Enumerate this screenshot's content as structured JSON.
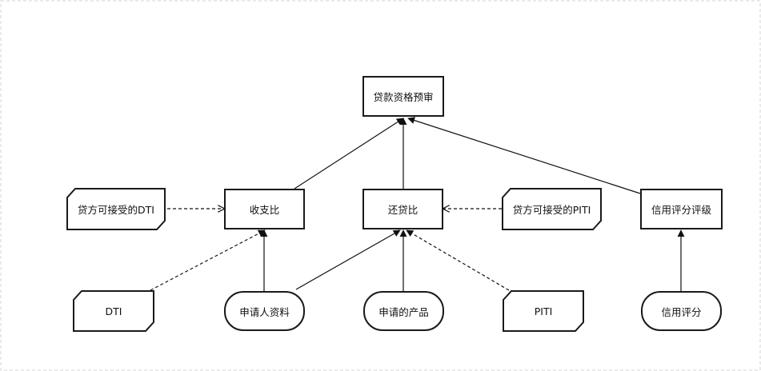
{
  "nodes": {
    "goal": "贷款资格预审",
    "income_ratio": "收支比",
    "repayment_ratio": "还贷比",
    "credit_rating": "信用评分评级",
    "lender_dti": "贷方可接受的DTI",
    "lender_piti": "贷方可接受的PITI",
    "dti": "DTI",
    "applicant_data": "申请人资料",
    "applied_product": "申请的产品",
    "piti": "PITI",
    "credit_score": "信用评分"
  },
  "colors": {
    "line": "#1a1a1a",
    "border_dash": "#d4d4d4"
  }
}
